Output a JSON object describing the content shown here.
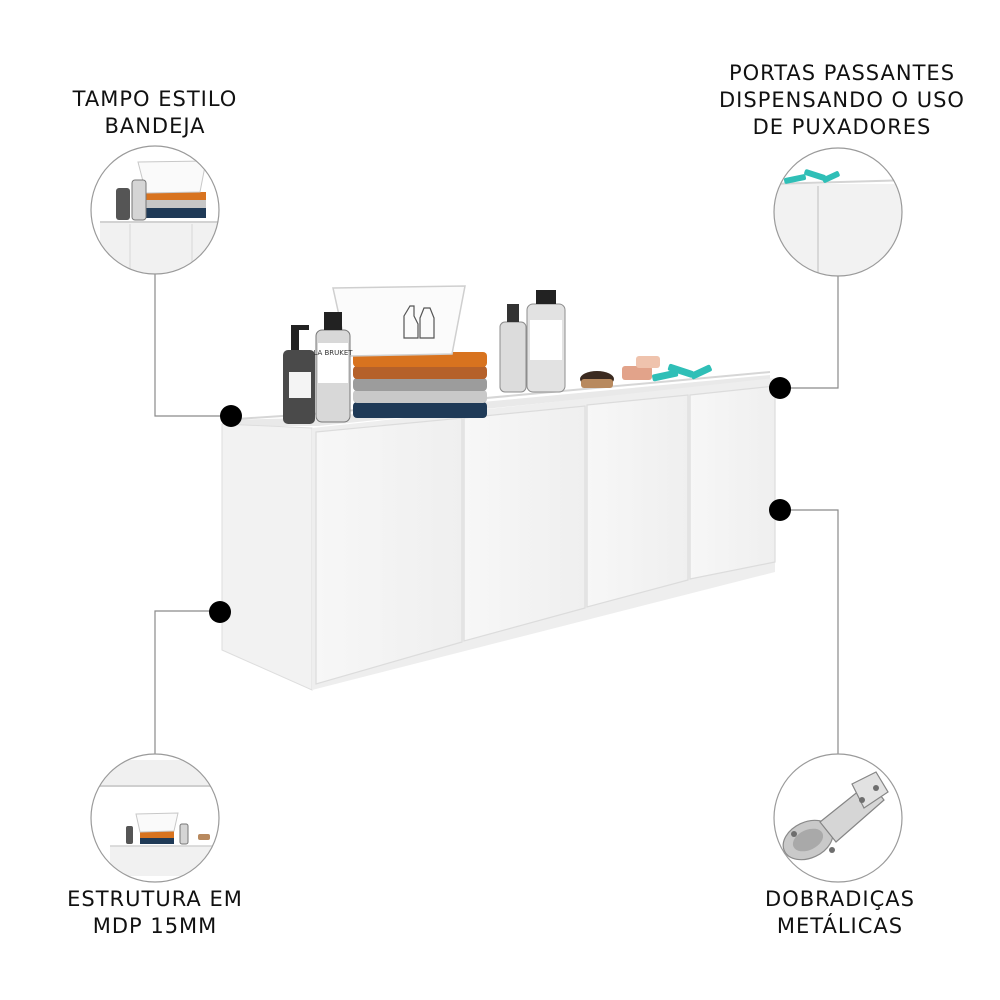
{
  "callouts": {
    "top_left": "TAMPO ESTILO\nBANDEJA",
    "top_right": "PORTAS PASSANTES\nDISPENSANDO O USO\nDE PUXADORES",
    "bottom_left": "ESTRUTURA EM\nMDP 15MM",
    "bottom_right": "DOBRADIÇAS\nMETÁLICAS"
  },
  "bottle_label": "LA BRUKET",
  "colors": {
    "cabinet": "#f4f4f4",
    "cabinet_shadow": "#e6e6e6",
    "dot": "#000000",
    "line": "#8a8a8a",
    "towel_orange": "#d8731f",
    "towel_navy": "#1f3a57",
    "clip_teal": "#2fbfb7"
  }
}
